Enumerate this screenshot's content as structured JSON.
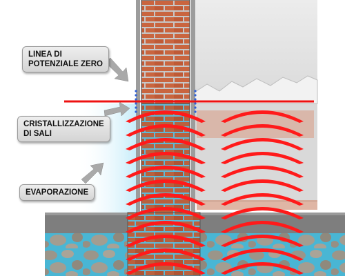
{
  "labels": {
    "zero_potential_line": [
      "LINEA DI",
      "POTENZIALE ZERO"
    ],
    "salt_crystallization": [
      "CRISTALLIZZAZIONE",
      "DI SALI"
    ],
    "evaporation": [
      "EVAPORAZIONE"
    ]
  },
  "colors": {
    "zero_line": "#ee1111",
    "moisture_arcs": "#ff1a1a",
    "brick": "#c9653f",
    "mortar": "#c6c6c6",
    "water": "#46b6d6",
    "evaporation_glow": "#cfeffb",
    "label_bg": "#e3e3e3",
    "arrow": "#a9a9a9"
  },
  "icons": {
    "arrow": "arrow-icon"
  }
}
